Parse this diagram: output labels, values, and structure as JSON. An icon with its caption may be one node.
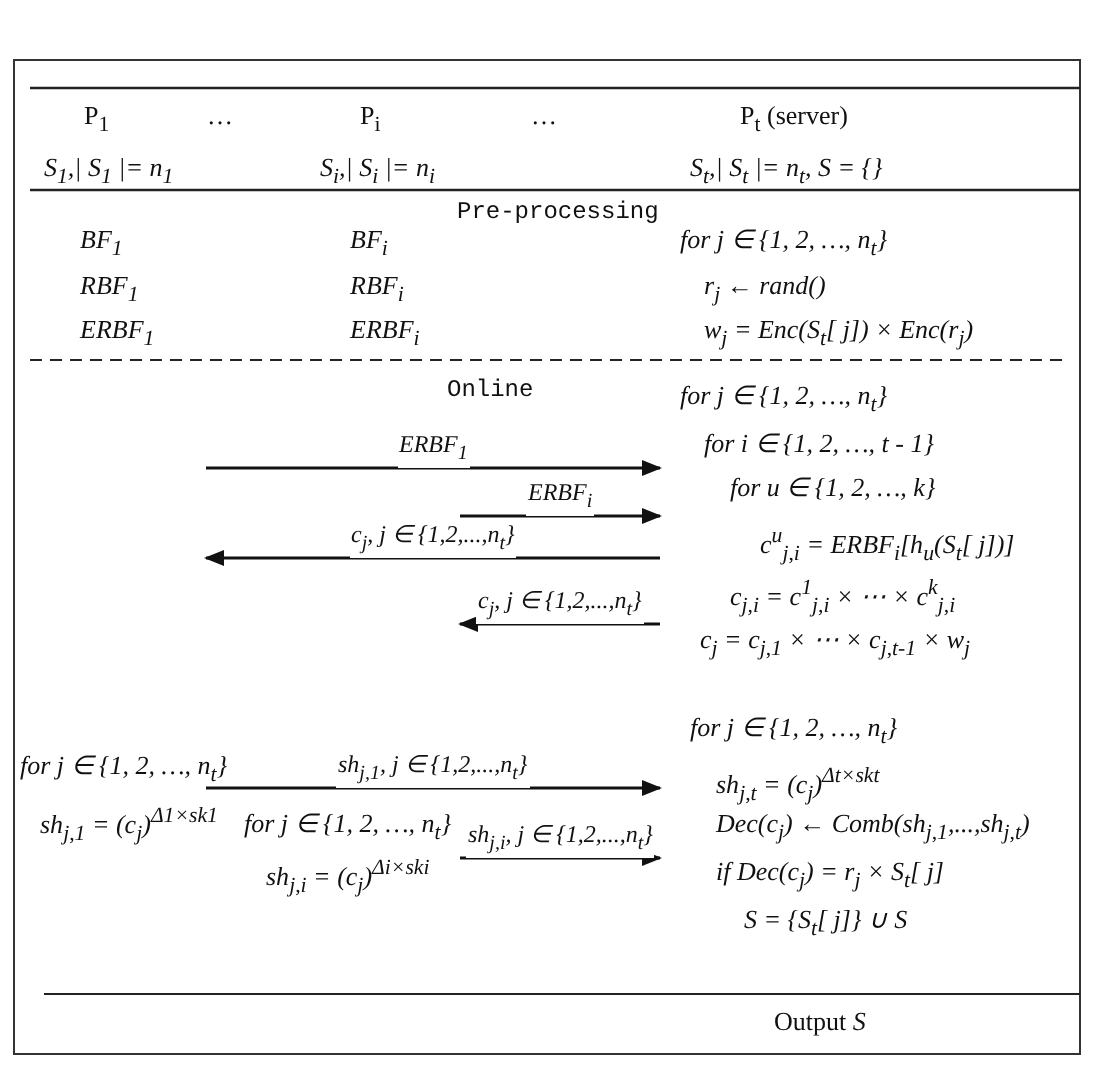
{
  "diagram": {
    "nodes": [
      {
        "text": [
          "P$_{1}$",
          "S$_{1}$,| S$_{1}$ |= n$_{1}$",
          "BF$_{1}$",
          "RBF$_{1}$",
          "ERBF$_{1}$",
          "for j ∈ {1, 2, …, n$_{t}$}",
          "sh$_{j,1}$ = (c$_{j}$)$^{Δ1×sk1}$"
        ]
      },
      {
        "text": [
          "P$_{i}$",
          "S$_{i}$,| S$_{i}$ |= n$_{i}$",
          "BF$_{i}$",
          "RBF$_{i}$",
          "ERBF$_{i}$",
          "for j ∈ {1, 2, …, n$_{t}$}",
          "sh$_{j,i}$ = (c$_{j}$)$^{Δi×ski}$"
        ]
      },
      {
        "text": [
          "P$_{t}$ (server)",
          "S$_{t}$,| S$_{t}$ |= n$_{t}$, S = {}",
          "for j ∈ {1, 2, …, n$_{t}$}",
          "r$_{j}$ ← rand()",
          "w$_{j}$ = Enc(S$_{t}$[ j]) × Enc(r$_{j}$)",
          "for j ∈ {1, 2, …, n$_{t}$}",
          "for i ∈ {1, 2, …, t - 1}",
          "for u ∈ {1, 2, …, k}",
          "c$^{u}$$_{j,i}$ = ERBF$_{i}$[h$_{u}$(S$_{t}$[ j])]",
          "c$_{j,i}$ = c$^{1}$$_{j,i}$ × ⋯ × c$^{k}$$_{j,i}$",
          "c$_{j}$ = c$_{j,1}$ × ⋯ × c$_{j,t-1}$ × w$_{j}$",
          "for j ∈ {1, 2, …, n$_{t}$}",
          "sh$_{j,t}$ = (c$_{j}$)$^{Δt×skt}$",
          "Dec(c$_{j}$) ← Comb(sh$_{j,1}$,...,sh$_{j,t}$)",
          "if Dec(c$_{j}$) = r$_{j}$ × S$_{t}$[ j]",
          "S = {S$_{t}$[ j]} ∪ S"
        ]
      }
    ],
    "edges": [
      {
        "from": 0,
        "to": 2,
        "arrow": "to",
        "label": "ERBF$_{1}$"
      },
      {
        "from": 1,
        "to": 2,
        "arrow": "to",
        "label": "ERBF$_{i}$"
      },
      {
        "from": 2,
        "to": 0,
        "arrow": "to",
        "label": "c$_{j}$, j ∈ {1,2,...,n$_{t}$}"
      },
      {
        "from": 2,
        "to": 1,
        "arrow": "to",
        "label": "c$_{j}$, j ∈ {1,2,...,n$_{t}$}"
      },
      {
        "from": 0,
        "to": 2,
        "arrow": "to",
        "label": "sh$_{j,1}$, j ∈ {1,2,...,n$_{t}$}"
      },
      {
        "from": 1,
        "to": 2,
        "arrow": "to",
        "label": "sh$_{j,i}$, j ∈ {1,2,...,n$_{t}$}"
      }
    ],
    "labels": [
      "…",
      "…",
      "Pre-processing",
      "Online",
      "Output *S*"
    ]
  }
}
